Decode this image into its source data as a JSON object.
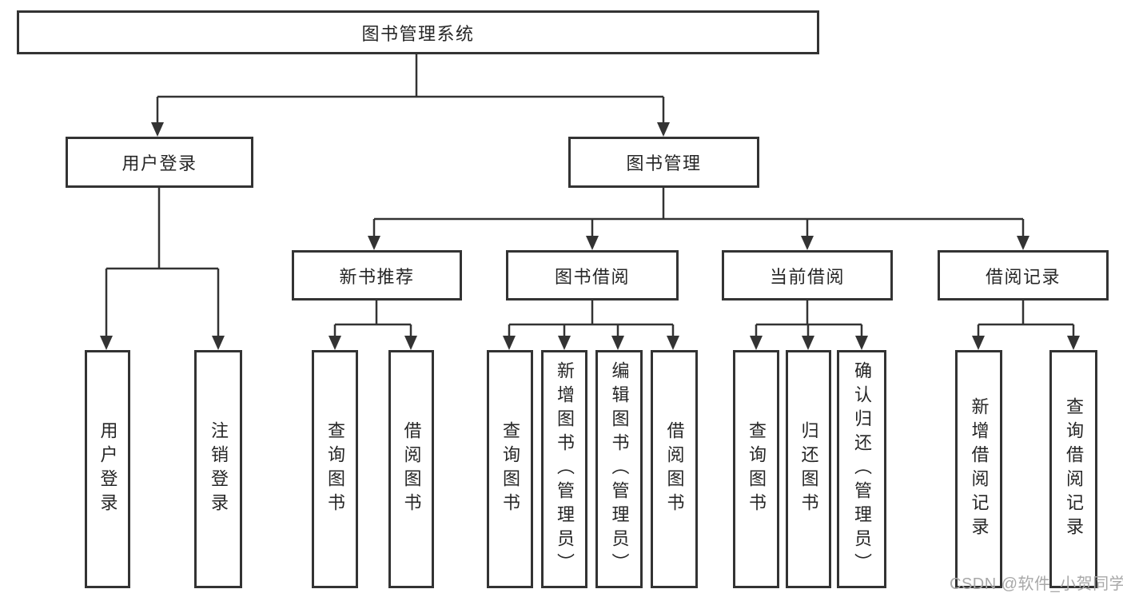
{
  "diagram": {
    "root": {
      "label": "图书管理系统"
    },
    "level2": [
      {
        "label": "用户登录"
      },
      {
        "label": "图书管理"
      }
    ],
    "level3": [
      {
        "label": "新书推荐"
      },
      {
        "label": "图书借阅"
      },
      {
        "label": "当前借阅"
      },
      {
        "label": "借阅记录"
      }
    ],
    "leaves": {
      "user_login": [
        {
          "label": "用户登录"
        },
        {
          "label": "注销登录"
        }
      ],
      "new_books": [
        {
          "label": "查询图书"
        },
        {
          "label": "借阅图书"
        }
      ],
      "book_borrow": [
        {
          "label": "查询图书"
        },
        {
          "label": "新增图书（管理员）"
        },
        {
          "label": "编辑图书（管理员）"
        },
        {
          "label": "借阅图书"
        }
      ],
      "current_borrow": [
        {
          "label": "查询图书"
        },
        {
          "label": "归还图书"
        },
        {
          "label": "确认归还（管理员）"
        }
      ],
      "borrow_records": [
        {
          "label": "新增借阅记录"
        },
        {
          "label": "查询借阅记录"
        }
      ]
    }
  },
  "watermark": {
    "text": "CSDN @软件_小贺同学"
  },
  "colors": {
    "line": "#333333",
    "box_border": "#333333",
    "box_bg": "#ffffff",
    "text": "#262626",
    "watermark": "#a8a8a8",
    "background": "#ffffff"
  }
}
